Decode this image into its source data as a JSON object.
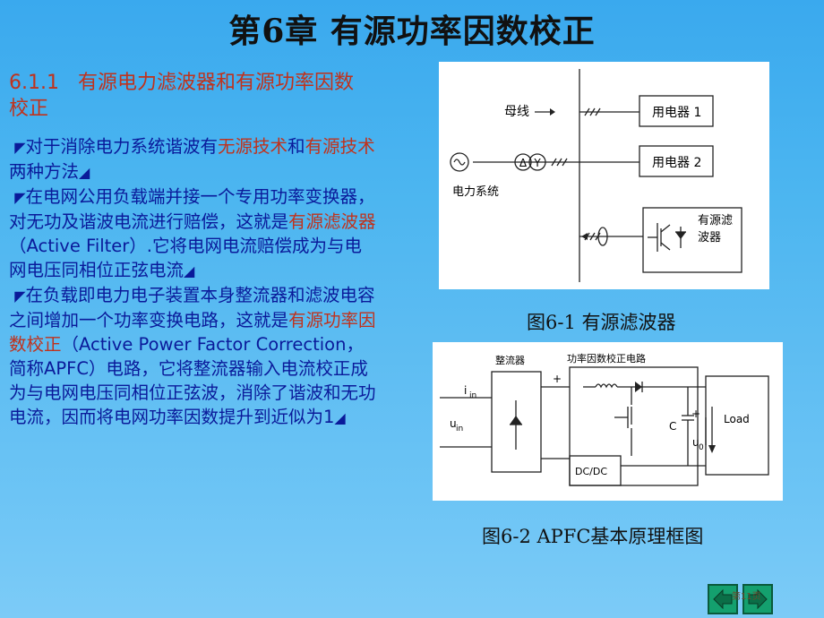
{
  "title": "第6章  有源功率因数校正",
  "section": {
    "number": "6.1.1",
    "heading": "有源电力滤波器和有源功率因数校正"
  },
  "paragraphs": {
    "p1": {
      "a": "对于消除电力系统谐波有",
      "b": "无源技术",
      "c": "和",
      "d": "有源技术",
      "e": "两种方法"
    },
    "p2": {
      "a": "在电网公用负载端并接一个专用功率变换器，对无功及谐波电流进行赔偿，这就是",
      "b": "有源滤波器",
      "c": "（Active Filter）.它将电网电流赔偿成为与电网电压同相位正弦电流"
    },
    "p3": {
      "a": "在负载即电力电子装置本身整流器和滤波电容之间增加一个功率变换电路，这就是",
      "b": "有源功率因数校正",
      "c": "（Active Power Factor Correction，简称APFC）电路，它将整流器输入电流校正成为与电网电压同相位正弦波，消除了谐波和无功电流，因而将电网功率因数提升到近似为1"
    }
  },
  "marks": {
    "start": "◤",
    "end": "◢"
  },
  "figure1": {
    "bus_label": "母线",
    "load1": "用电器 1",
    "load2": "用电器 2",
    "system_label": "电力系统",
    "filter_label_1": "有源滤",
    "filter_label_2": "波器",
    "delta": "Δ",
    "wye": "Y",
    "caption": "图6-1  有源滤波器"
  },
  "figure2": {
    "rectifier": "整流器",
    "pfc": "功率因数校正电路",
    "iin": "i",
    "uin": "u",
    "sub_in": "in",
    "cap": "C",
    "u0": "u",
    "sub_0": "0",
    "load": "Load",
    "dcdc": "DC/DC",
    "plus": "+",
    "caption": "图6-2  APFC基本原理框图"
  },
  "page_number": "第11页"
}
